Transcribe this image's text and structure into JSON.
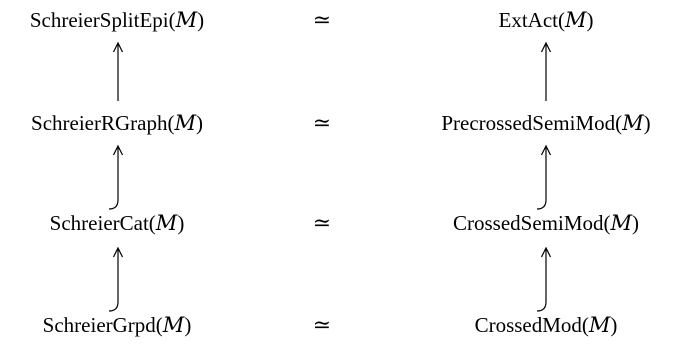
{
  "rows": [
    {
      "left": {
        "name": "SchreierSplitEpi",
        "arg": "M"
      },
      "relation": "≃",
      "right": {
        "name": "ExtAct",
        "arg": "M"
      }
    },
    {
      "left": {
        "name": "SchreierRGraph",
        "arg": "M"
      },
      "relation": "≃",
      "right": {
        "name": "PrecrossedSemiMod",
        "arg": "M"
      }
    },
    {
      "left": {
        "name": "SchreierCat",
        "arg": "M"
      },
      "relation": "≃",
      "right": {
        "name": "CrossedSemiMod",
        "arg": "M"
      }
    },
    {
      "left": {
        "name": "SchreierGrpd",
        "arg": "M"
      },
      "relation": "≃",
      "right": {
        "name": "CrossedMod",
        "arg": "M"
      }
    }
  ],
  "arrows": {
    "left": [
      "plain",
      "inclusion",
      "inclusion"
    ],
    "right": [
      "plain",
      "inclusion",
      "inclusion"
    ]
  }
}
